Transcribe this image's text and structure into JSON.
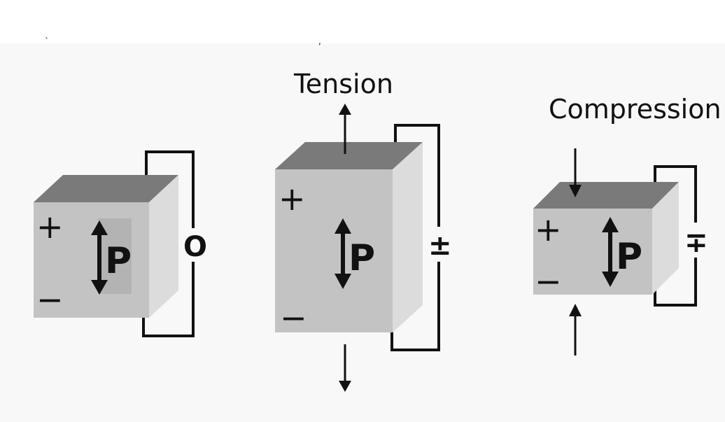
{
  "captions": {
    "tension": "Tension",
    "compression": "Compression"
  },
  "blocks": [
    {
      "id": "neutral",
      "plus": "+",
      "minus": "−",
      "polarization": "P",
      "meter_symbol": "O",
      "stress": "none"
    },
    {
      "id": "tension",
      "plus": "+",
      "minus": "−",
      "polarization": "P",
      "meter_symbol": "±",
      "stress": "tension"
    },
    {
      "id": "compression",
      "plus": "+",
      "minus": "−",
      "polarization": "P",
      "meter_symbol": "∓",
      "stress": "compression"
    }
  ],
  "colors": {
    "top_face": "#7a7a7a",
    "front_face": "#c3c3c3",
    "side_face": "#dcdcdc",
    "p_backdrop": "#b3b3b3",
    "line": "#111111",
    "band": "#f8f8f8"
  }
}
